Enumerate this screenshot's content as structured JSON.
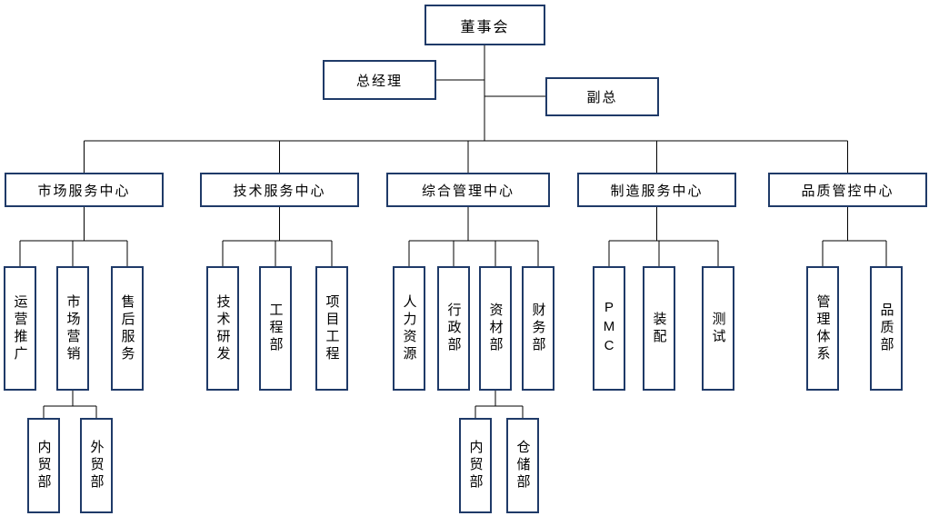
{
  "colors": {
    "box_border": "#1F3A68",
    "line": "#000000",
    "text": "#000000",
    "background": "#FFFFFF"
  },
  "chart": {
    "type": "org-chart",
    "root": {
      "label": "董事会"
    },
    "general_manager": {
      "label": "总经理"
    },
    "deputy_general_manager": {
      "label": "副总"
    },
    "centers": [
      {
        "label": "市场服务中心",
        "children": [
          {
            "label": "运营推广"
          },
          {
            "label": "市场营销",
            "children": [
              {
                "label": "内贸部"
              },
              {
                "label": "外贸部"
              }
            ]
          },
          {
            "label": "售后服务"
          }
        ]
      },
      {
        "label": "技术服务中心",
        "children": [
          {
            "label": "技术研发"
          },
          {
            "label": "工程部"
          },
          {
            "label": "项目工程"
          }
        ]
      },
      {
        "label": "综合管理中心",
        "children": [
          {
            "label": "人力资源"
          },
          {
            "label": "行政部"
          },
          {
            "label": "资材部",
            "children": [
              {
                "label": "内贸部"
              },
              {
                "label": "仓储部"
              }
            ]
          },
          {
            "label": "财务部"
          }
        ]
      },
      {
        "label": "制造服务中心",
        "children": [
          {
            "label": "PMC"
          },
          {
            "label": "装配"
          },
          {
            "label": "测试"
          }
        ]
      },
      {
        "label": "品质管控中心",
        "children": [
          {
            "label": "管理体系"
          },
          {
            "label": "品质部"
          }
        ]
      }
    ]
  }
}
